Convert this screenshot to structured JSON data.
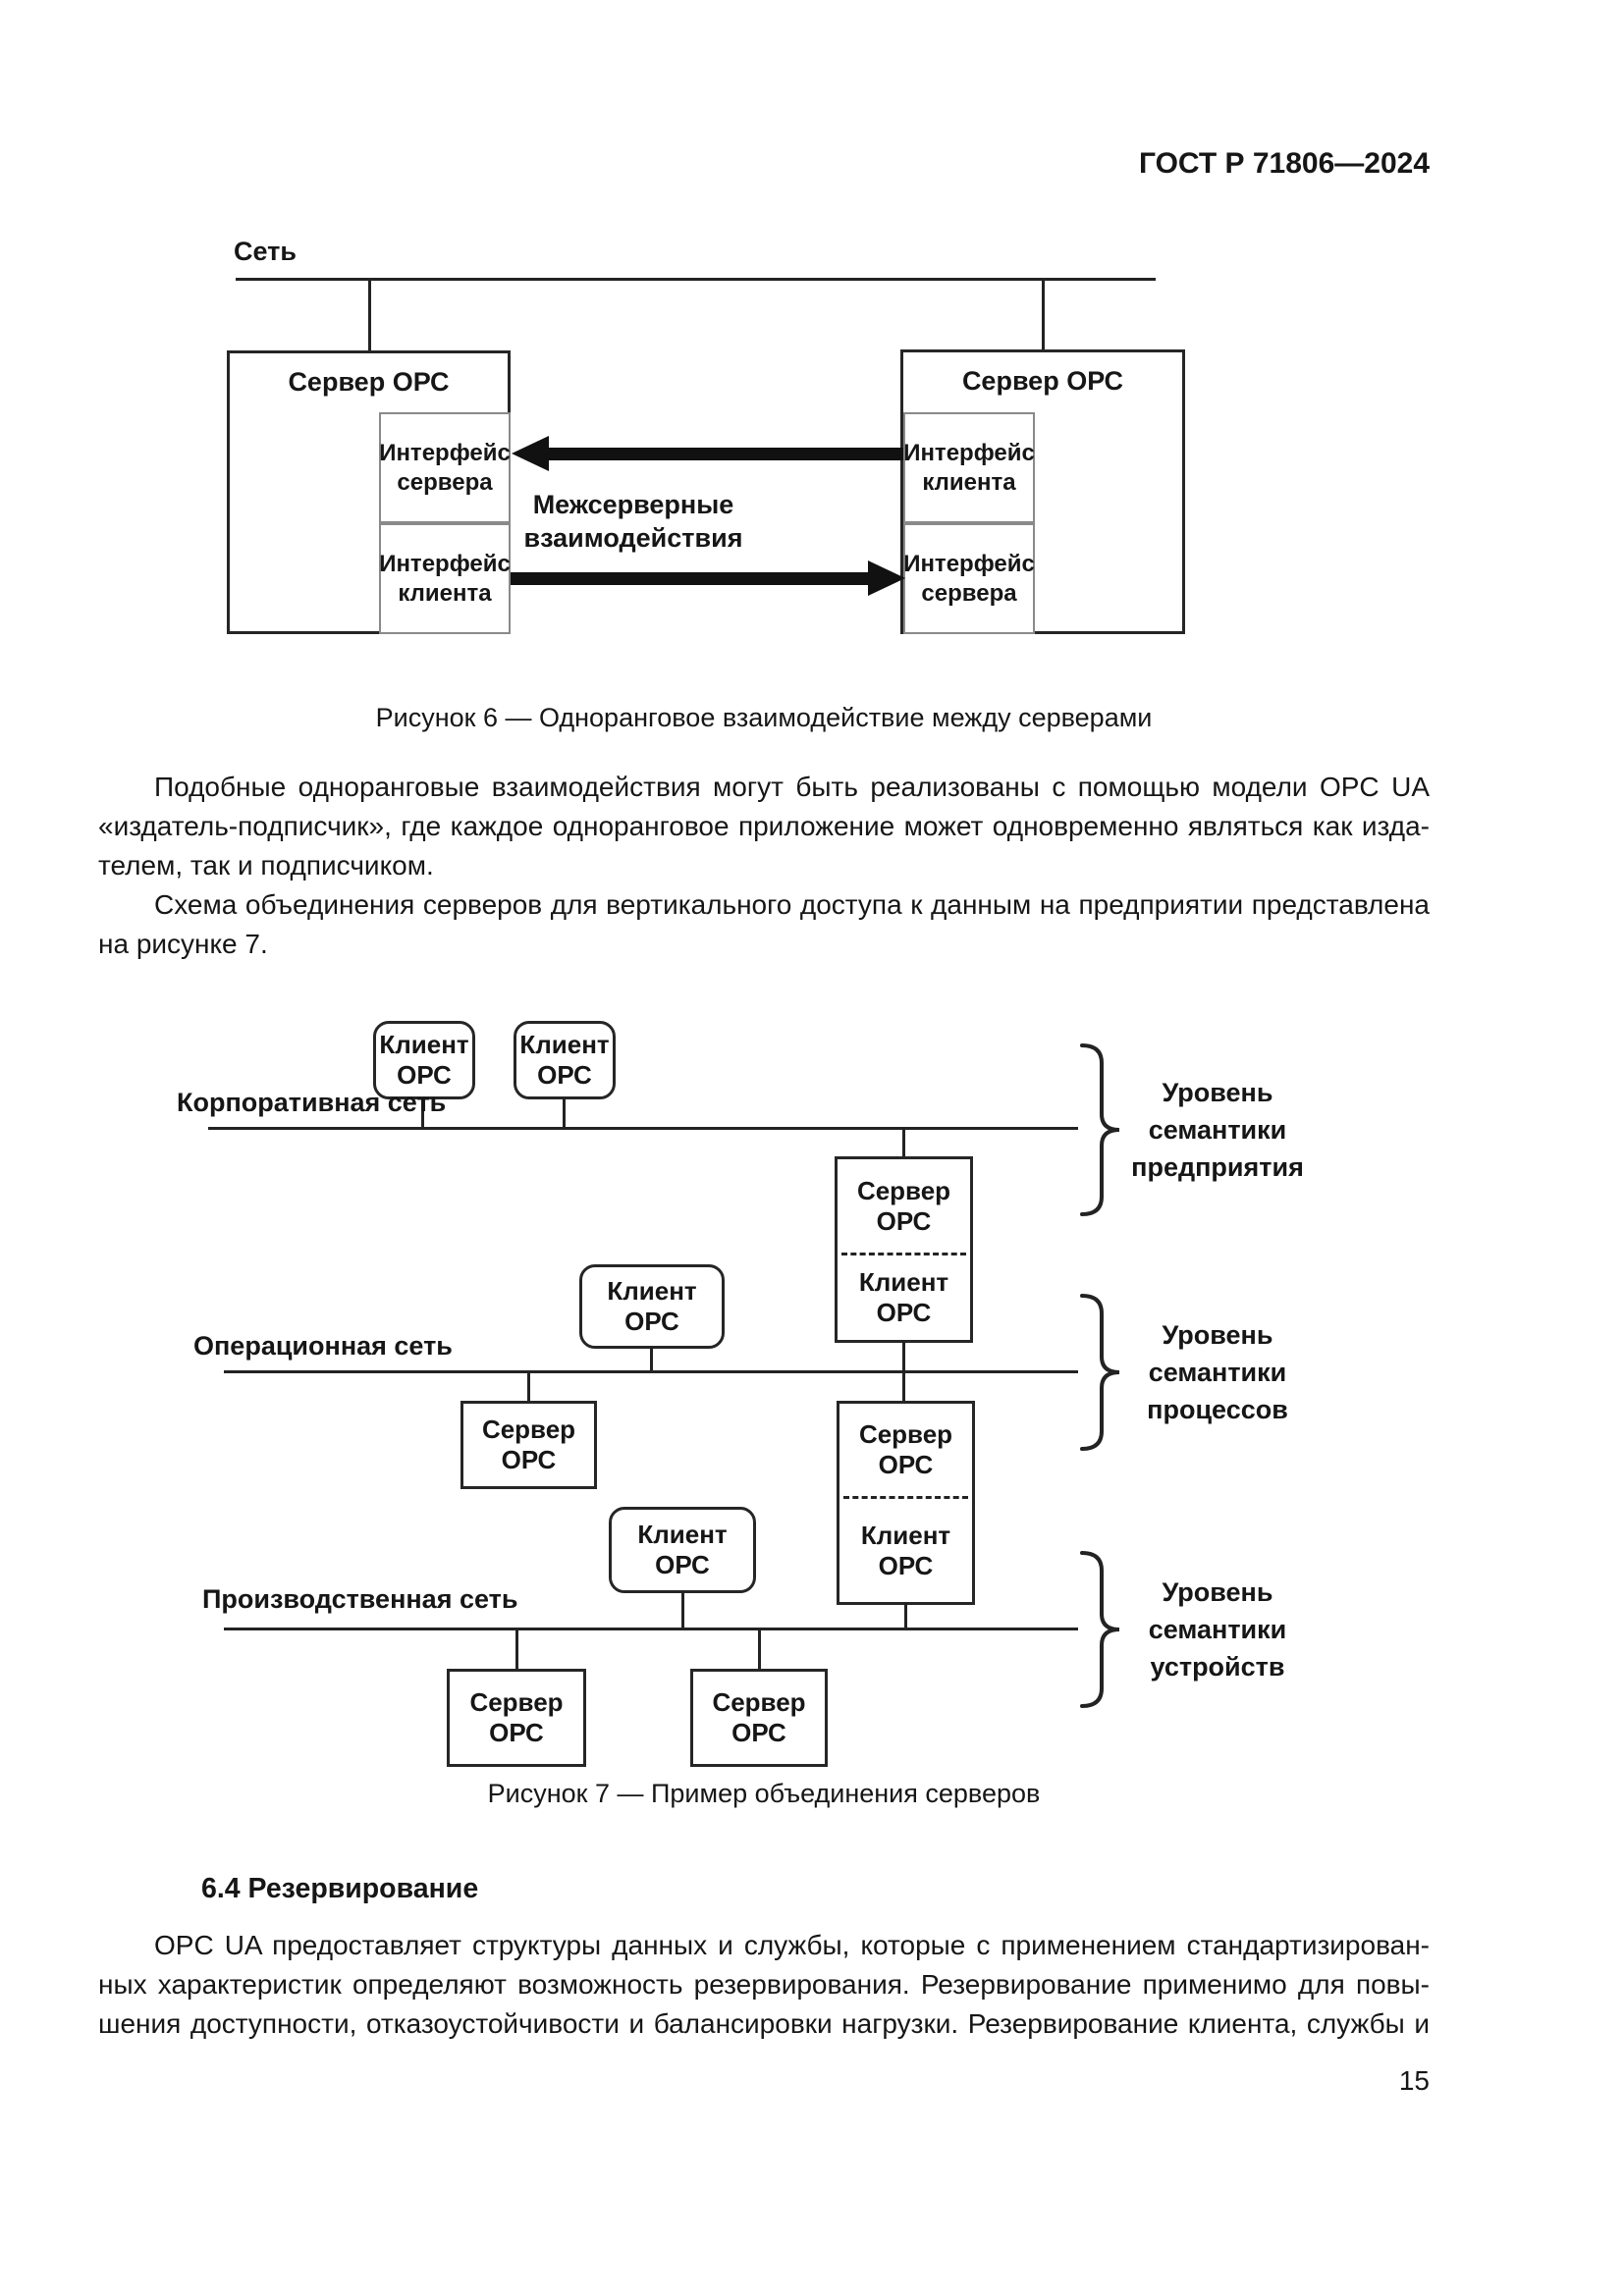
{
  "header": {
    "title": "ГОСТ Р 71806—2024"
  },
  "figure6": {
    "network_label": "Сеть",
    "server_left": {
      "title": "Сервер ОРС",
      "interface_top": "Интерфейс сервера",
      "interface_bottom": "Интерфейс клиента"
    },
    "server_right": {
      "title": "Сервер ОРС",
      "interface_top": "Интерфейс клиента",
      "interface_bottom": "Интерфейс сервера"
    },
    "arrows_label": "Межсерверные взаимодействия",
    "caption": "Рисунок 6 — Одноранговое взаимодействие между серверами"
  },
  "body": {
    "paragraph1_lines": [
      "Подобные одноранговые взаимодействия могут быть реализованы с помощью модели OPC UA",
      "«издатель-подписчик», где каждое одноранговое приложение может одновременно являться как изда-",
      "телем, так и подписчиком."
    ],
    "paragraph2_lines": [
      "Схема объединения серверов для вертикального доступа к данным на предприятии представлена",
      "на рисунке 7."
    ]
  },
  "figure7": {
    "corporate_network_label": "Корпоративная сеть",
    "operational_network_label": "Операционная сеть",
    "production_network_label": "Производственная сеть",
    "boxes": {
      "client": "Клиент ОРС",
      "server": "Сервер ОРС"
    },
    "level_labels": [
      "Уровень семантики предприятия",
      "Уровень семантики процессов",
      "Уровень семантики устройств"
    ],
    "caption": "Рисунок 7 — Пример объединения серверов"
  },
  "section": {
    "heading": "6.4 Резервирование",
    "paragraph_lines": [
      "OPC UA предоставляет структуры данных и службы, которые с применением стандартизирован-",
      "ных характеристик определяют возможность резервирования. Резервирование применимо для повы-",
      "шения доступности, отказоустойчивости и балансировки нагрузки. Резервирование клиента, службы и"
    ]
  },
  "footer": {
    "page_number": "15"
  }
}
